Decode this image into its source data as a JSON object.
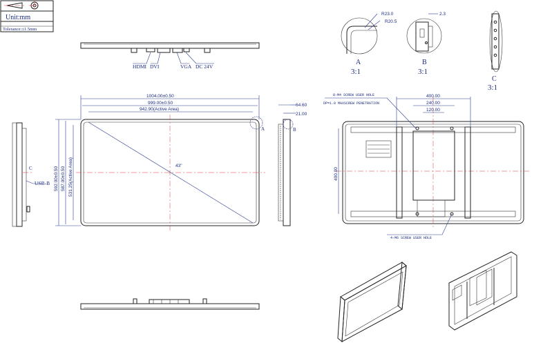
{
  "title_block": {
    "unit": "Unit:mm",
    "tolerance": "Tolerance:±1.5mm"
  },
  "ports": {
    "hdmi": "HDMI",
    "dvi": "DVI",
    "vga": "VGA",
    "dc": "DC 24V",
    "usb_b": "USB-B"
  },
  "front": {
    "w_outer": "1004.00±0.50",
    "w_mid": "999.00±0.50",
    "w_active": "942.90(Active Area)",
    "h_outer": "592.00±0.50",
    "h_mid": "587.00±0.50",
    "h_active": "531.25(Active Area)",
    "diag": "43\"",
    "callout_a": "A",
    "callout_c": "C"
  },
  "side": {
    "depth": "64.60",
    "bezel": "21.00",
    "callout_b": "B"
  },
  "details": {
    "a_label": "A",
    "a_scale": "3:1",
    "a_r1": "R23.0",
    "a_r2": "R20.5",
    "b_label": "B",
    "b_scale": "3:1",
    "b_dim": "2.3",
    "c_label": "C",
    "c_scale": "3:1"
  },
  "rear": {
    "note_m4": "8-M4 SCREW USER HOLE",
    "note_depth": "DP=1.0 MAXSCREW PENETRATION",
    "w400": "400.00",
    "w240": "240.00",
    "w120": "120.00",
    "h400": "400.00",
    "note_m6": "4-M6 SCREW USER HOLE"
  }
}
